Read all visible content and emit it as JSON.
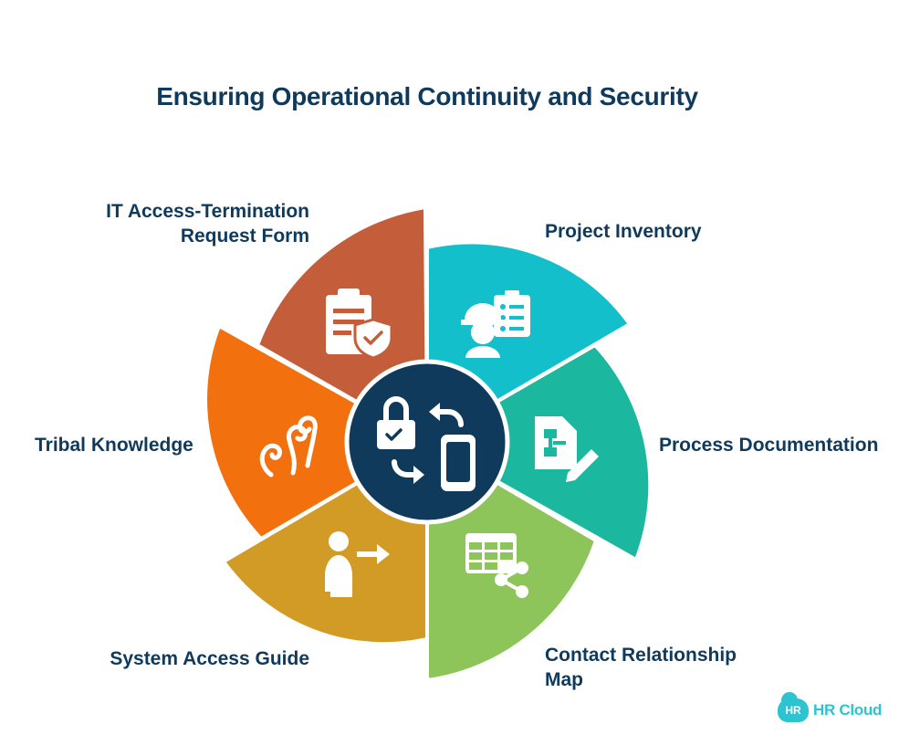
{
  "title": "Ensuring Operational Continuity and Security",
  "segments": [
    {
      "label_line1": "Project Inventory",
      "label_line2": "",
      "color": "#13bfca",
      "icon": "worker-checklist-icon"
    },
    {
      "label_line1": "Process Documentation",
      "label_line2": "",
      "color": "#1cb79f",
      "icon": "document-edit-icon"
    },
    {
      "label_line1": "Contact Relationship",
      "label_line2": "Map",
      "color": "#8dc55a",
      "icon": "table-share-icon"
    },
    {
      "label_line1": "System Access Guide",
      "label_line2": "",
      "color": "#d29b26",
      "icon": "person-arrow-icon"
    },
    {
      "label_line1": "Tribal Knowledge",
      "label_line2": "",
      "color": "#f2700d",
      "icon": "swirl-icon"
    },
    {
      "label_line1": "IT Access-Termination",
      "label_line2": "Request Form",
      "color": "#c45e3a",
      "icon": "clipboard-shield-icon"
    }
  ],
  "center": {
    "color": "#0f3a5c",
    "icon": "lock-phone-transfer-icon"
  },
  "logo": {
    "badge": "HR",
    "name": "HR Cloud",
    "color": "#2cc4d0"
  }
}
